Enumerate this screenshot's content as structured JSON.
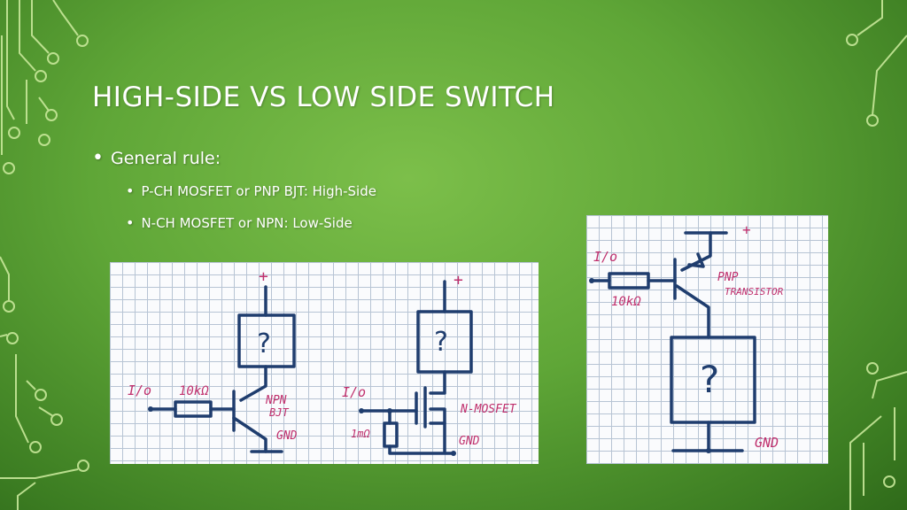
{
  "slide": {
    "title": "HIGH-SIDE VS LOW SIDE SWITCH",
    "bullets": [
      {
        "level": 1,
        "text": "General rule:"
      },
      {
        "level": 2,
        "text": "P-CH MOSFET or PNP BJT: High-Side"
      },
      {
        "level": 2,
        "text": "N-CH MOSFET or NPN: Low-Side"
      }
    ],
    "bullet_glyph": "•"
  },
  "figure_left": {
    "npn_circuit": {
      "supply": "+",
      "load": "?",
      "input": "I/o",
      "resistor": "10kΩ",
      "device": "NPN",
      "device2": "BJT",
      "ground": "GND"
    },
    "mosfet_circuit": {
      "supply": "+",
      "load": "?",
      "input": "I/o",
      "pulldown": "1mΩ",
      "device": "N-MOSFET",
      "ground": "GND"
    }
  },
  "figure_right": {
    "supply": "+",
    "input": "I/o",
    "resistor": "10kΩ",
    "device": "PNP",
    "device2": "TRANSISTOR",
    "load": "?",
    "ground": "GND"
  },
  "colors": {
    "wire": "#1f3d6e",
    "label": "#c0306d",
    "text": "#ffffff"
  }
}
